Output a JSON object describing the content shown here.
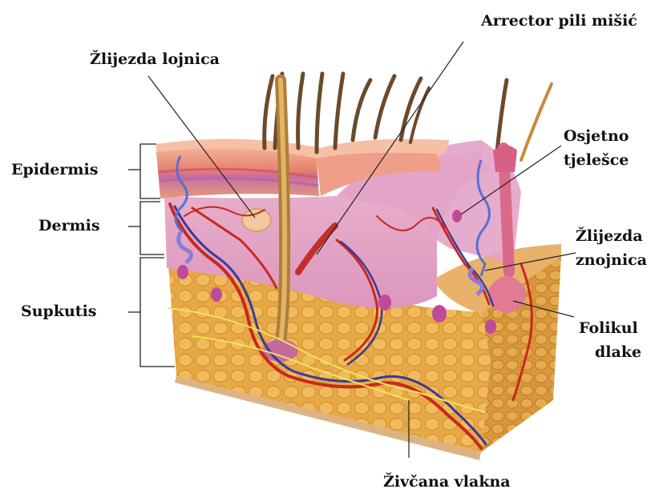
{
  "labels": {
    "epidermis": "Epidermis",
    "dermis": "Dermis",
    "supkutis": "Supkutis",
    "sebaceous_gland": "Žlijezda lojnica",
    "arrector_pili": "Arrector pili mišić",
    "sensory_corpuscle_1": "Osjetno",
    "sensory_corpuscle_2": "tjelešce",
    "sweat_gland_1": "Žlijezda",
    "sweat_gland_2": "znojnica",
    "follicle_1": "Folikul",
    "follicle_2": "dlake",
    "nerve_fibers": "Živčana vlakna"
  },
  "colors": {
    "fat": "#e8a845",
    "dermis": "#e7a7c5",
    "epidermis": "#e9826c",
    "artery": "#c8281e",
    "vein": "#3a3a9a",
    "nerve": "#f2e25a",
    "hair": "#6b4a2c",
    "leader_line": "#222222"
  }
}
